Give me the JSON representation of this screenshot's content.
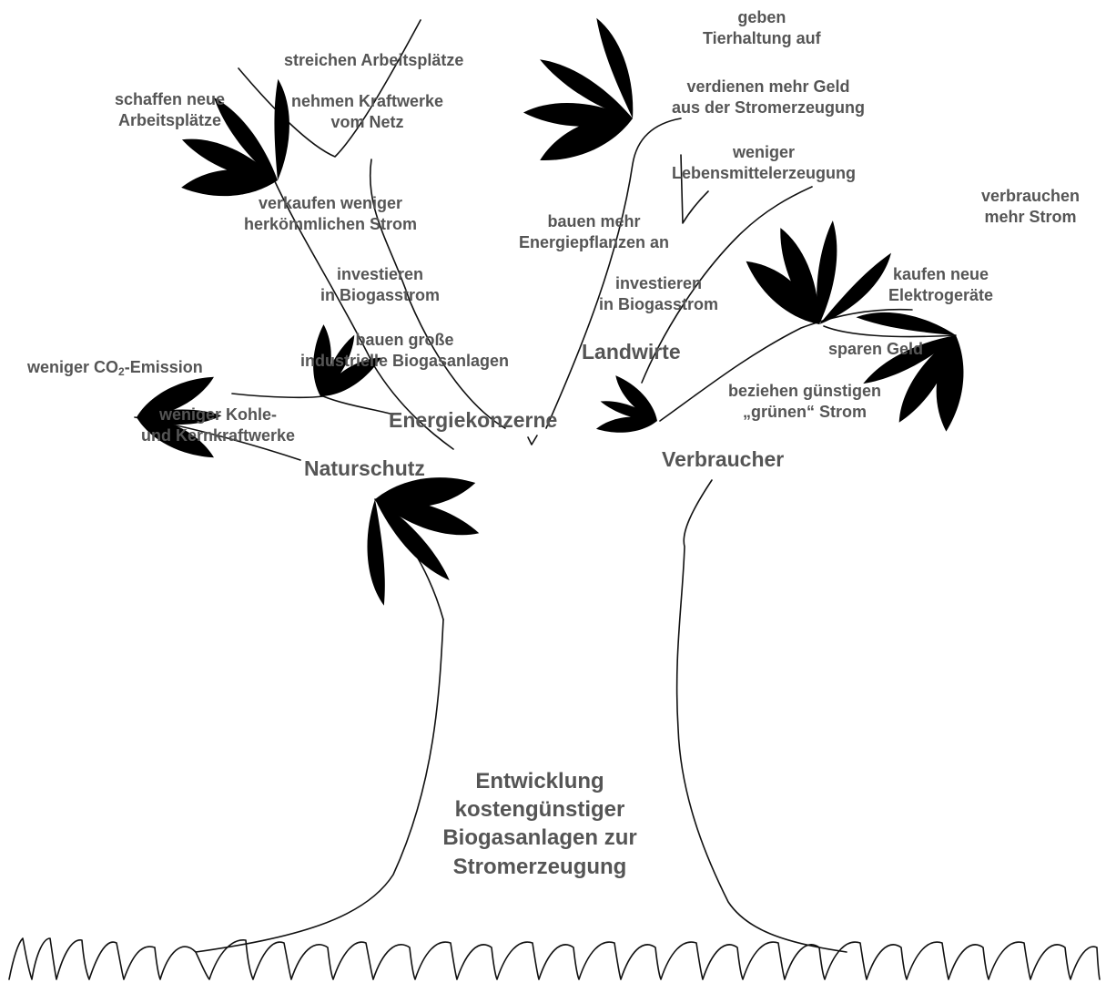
{
  "central_topic": [
    "Entwicklung",
    "kostengünstiger",
    "Biogasanlagen zur",
    "Stromerzeugung"
  ],
  "branches": {
    "naturschutz": {
      "label": "Naturschutz",
      "items": {
        "co2_prefix": "weniger CO",
        "co2_sub": "2",
        "co2_suffix": "-Emission",
        "kohle": [
          "weniger Kohle-",
          "und Kernkraftwerke"
        ]
      }
    },
    "energiekonzerne": {
      "label": "Energiekonzerne",
      "items": {
        "streichen": "streichen Arbeitsplätze",
        "schaffen": [
          "schaffen neue",
          "Arbeitsplätze"
        ],
        "nehmen": [
          "nehmen Kraftwerke",
          "vom Netz"
        ],
        "verkaufen": [
          "verkaufen weniger",
          "herkömmlichen Strom"
        ],
        "investieren": [
          "investieren",
          "in Biogasstrom"
        ],
        "bauen": [
          "bauen große",
          "industrielle Biogasanlagen"
        ]
      }
    },
    "landwirte": {
      "label": "Landwirte",
      "items": {
        "geben": [
          "geben",
          "Tierhaltung auf"
        ],
        "verdienen": [
          "verdienen mehr Geld",
          "aus der Stromerzeugung"
        ],
        "weniger": [
          "weniger",
          "Lebensmittelerzeugung"
        ],
        "bauen": [
          "bauen mehr",
          "Energiepflanzen an"
        ],
        "investieren": [
          "investieren",
          "in Biogasstrom"
        ]
      }
    },
    "verbraucher": {
      "label": "Verbraucher",
      "items": {
        "verbrauchen": [
          "verbrauchen",
          "mehr Strom"
        ],
        "kaufen": [
          "kaufen neue",
          "Elektrogeräte"
        ],
        "sparen": "sparen Geld",
        "beziehen": [
          "beziehen günstigen",
          "„grünen“ Strom"
        ]
      }
    }
  }
}
